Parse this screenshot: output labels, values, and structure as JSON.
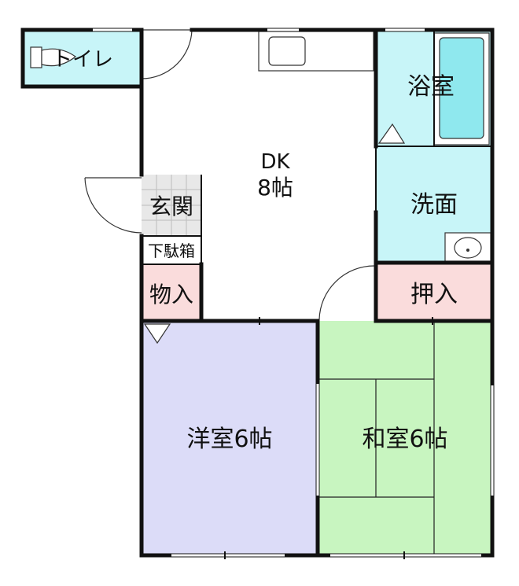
{
  "rooms": {
    "toilet": {
      "label": "トイレ",
      "color": "#c8f5f8"
    },
    "bath": {
      "label": "浴室",
      "color": "#c8f5f8"
    },
    "dk": {
      "label_line1": "DK",
      "label_line2": "8帖",
      "color": "#ffffff"
    },
    "genkan": {
      "label": "玄関"
    },
    "getabako": {
      "label": "下駄箱"
    },
    "senmen": {
      "label": "洗面",
      "color": "#c8f5f8"
    },
    "monoire": {
      "label": "物入",
      "color": "#fadcdc"
    },
    "oshiire": {
      "label": "押入",
      "color": "#fadcdc"
    },
    "yoshitsu": {
      "label": "洋室6帖",
      "color": "#dcdcf8"
    },
    "washitsu": {
      "label": "和室6帖",
      "color": "#c8f5c0"
    }
  },
  "fixtures": {
    "tub_color": "#8fe8ee",
    "wall_color": "#111111"
  }
}
